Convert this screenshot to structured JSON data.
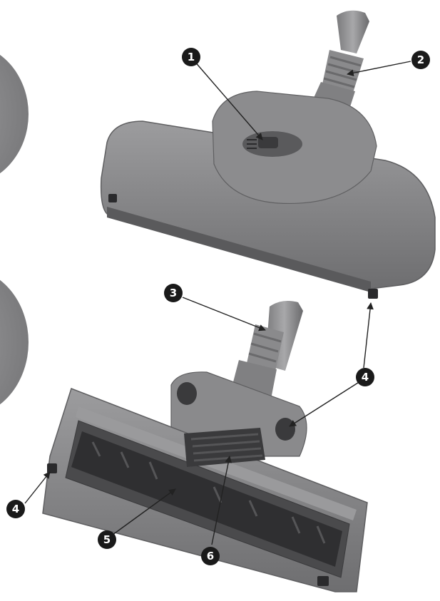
{
  "callouts": [
    {
      "id": "c1",
      "label": "1"
    },
    {
      "id": "c2",
      "label": "2"
    },
    {
      "id": "c3",
      "label": "3"
    },
    {
      "id": "c4a",
      "label": "4"
    },
    {
      "id": "c4b",
      "label": "4"
    },
    {
      "id": "c5",
      "label": "5"
    },
    {
      "id": "c6",
      "label": "6"
    }
  ],
  "colors": {
    "body": "#8a8a8c",
    "body_dark": "#6c6c6e",
    "body_light": "#a4a4a6",
    "brush": "#3a3a3c",
    "callout_fill": "#1a1a1a",
    "arrow": "#222222"
  }
}
